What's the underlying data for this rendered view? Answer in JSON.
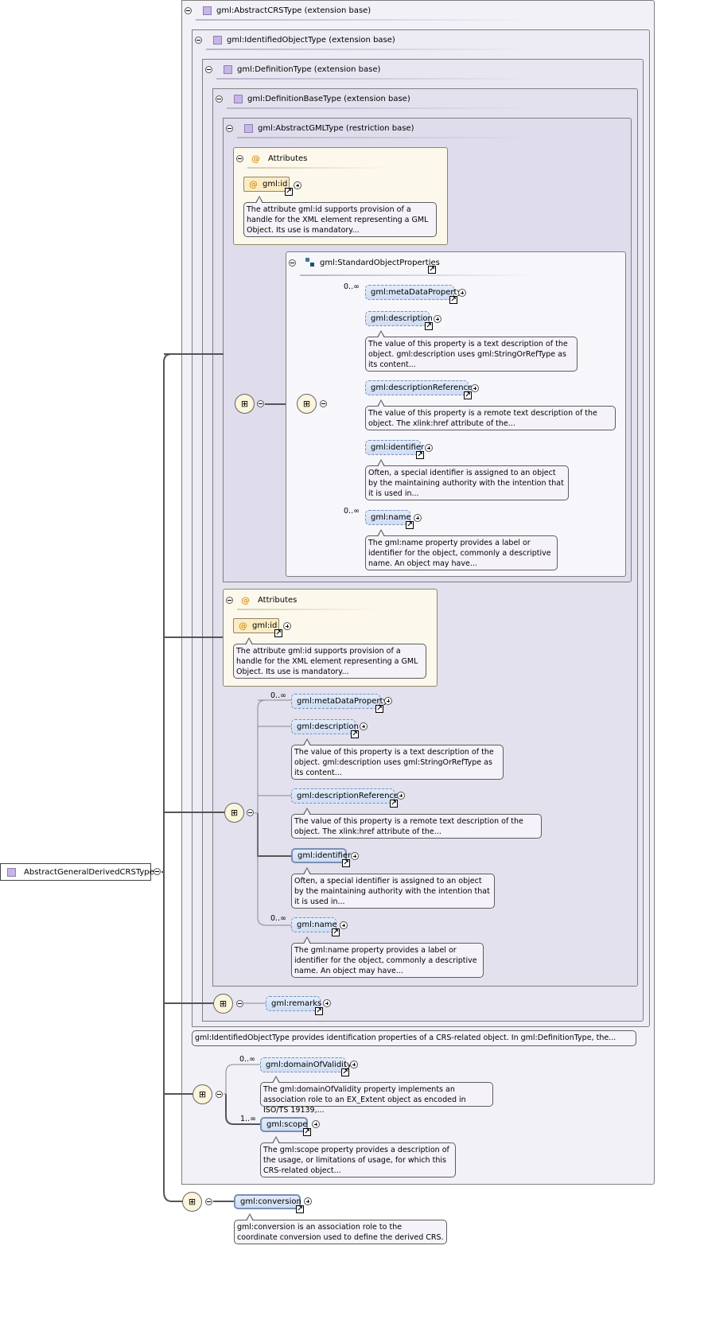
{
  "root": {
    "label": "AbstractGeneralDerivedCRSType"
  },
  "bases": {
    "abstract_crs": "gml:AbstractCRSType (extension base)",
    "identified_object": "gml:IdentifiedObjectType (extension base)",
    "definition": "gml:DefinitionType (extension base)",
    "definition_base": "gml:DefinitionBaseType (extension base)",
    "abstract_gml": "gml:AbstractGMLType (restriction base)"
  },
  "attributes_inner": {
    "title": "Attributes",
    "id_label": "gml:id",
    "id_doc": "The attribute gml:id supports provision of a handle for the XML element representing a GML Object. Its use is mandatory..."
  },
  "standard_props": {
    "title": "gml:StandardObjectProperties",
    "metadata": {
      "label": "gml:metaDataProperty",
      "occ": "0..∞"
    },
    "description": {
      "label": "gml:description",
      "doc": "The value of this property is a text description of the object. gml:description uses gml:StringOrRefType as its content..."
    },
    "description_ref": {
      "label": "gml:descriptionReference",
      "doc": "The value of this property is a remote text description of the object. The xlink:href attribute of the..."
    },
    "identifier": {
      "label": "gml:identifier",
      "doc": "Often, a special identifier is assigned to an object by the maintaining authority with the intention that it is used in..."
    },
    "name": {
      "label": "gml:name",
      "occ": "0..∞",
      "doc": "The gml:name property provides a label or identifier for the object, commonly a descriptive name. An object may have..."
    }
  },
  "attributes_outer": {
    "title": "Attributes",
    "id_label": "gml:id",
    "id_doc": "The attribute gml:id supports provision of a handle for the XML element representing a GML Object. Its use is mandatory..."
  },
  "definition_base_seq": {
    "metadata": {
      "label": "gml:metaDataProperty",
      "occ": "0..∞"
    },
    "description": {
      "label": "gml:description",
      "doc": "The value of this property is a text description of the object. gml:description uses gml:StringOrRefType as its content..."
    },
    "description_ref": {
      "label": "gml:descriptionReference",
      "doc": "The value of this property is a remote text description of the object. The xlink:href attribute of the..."
    },
    "identifier": {
      "label": "gml:identifier",
      "doc": "Often, a special identifier is assigned to an object by the maintaining authority with the intention that it is used in..."
    },
    "name": {
      "label": "gml:name",
      "occ": "0..∞",
      "doc": "The gml:name property provides a label or identifier for the object, commonly a descriptive name. An object may have..."
    }
  },
  "remarks": {
    "label": "gml:remarks"
  },
  "identified_doc": "gml:IdentifiedObjectType provides identification properties of a CRS-related object. In gml:DefinitionType, the...",
  "crs_seq": {
    "domain": {
      "label": "gml:domainOfValidity",
      "occ": "0..∞",
      "doc": "The gml:domainOfValidity property implements an association role to an EX_Extent object as encoded in ISO/TS 19139,..."
    },
    "scope": {
      "label": "gml:scope",
      "occ": "1..∞",
      "doc": "The gml:scope property provides a description of the usage, or limitations of usage, for which this CRS-related object..."
    }
  },
  "conversion": {
    "label": "gml:conversion",
    "doc": "gml:conversion is an association role to the coordinate conversion used to define the derived CRS."
  }
}
